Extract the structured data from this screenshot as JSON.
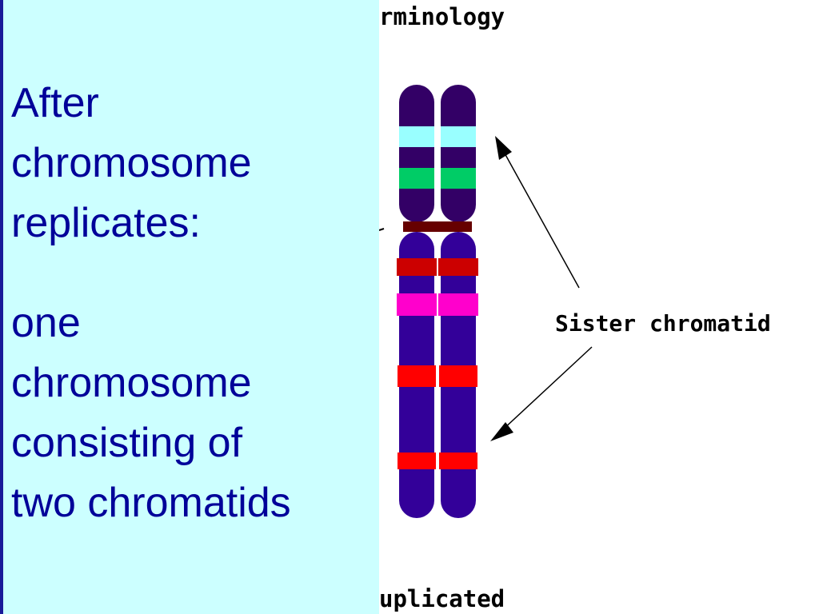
{
  "slide": {
    "text_lines": [
      "After",
      "chromosome",
      "replicates:",
      "",
      "one",
      "chromosome",
      "consisting of",
      "two chromatids"
    ]
  },
  "diagram": {
    "title_fragment": "rminology",
    "bottom_fragment": "uplicated",
    "sister_label": "Sister chromatid",
    "colors": {
      "panel_bg": "#ccffff",
      "text": "#000099",
      "arm_upper": "#330066",
      "arm_lower": "#330099",
      "band_cyan": "#99ffff",
      "band_green": "#00cc66",
      "centromere": "#660000",
      "band_darkred": "#cc0000",
      "band_magenta": "#ff00cc",
      "band_red": "#ff0000"
    }
  }
}
